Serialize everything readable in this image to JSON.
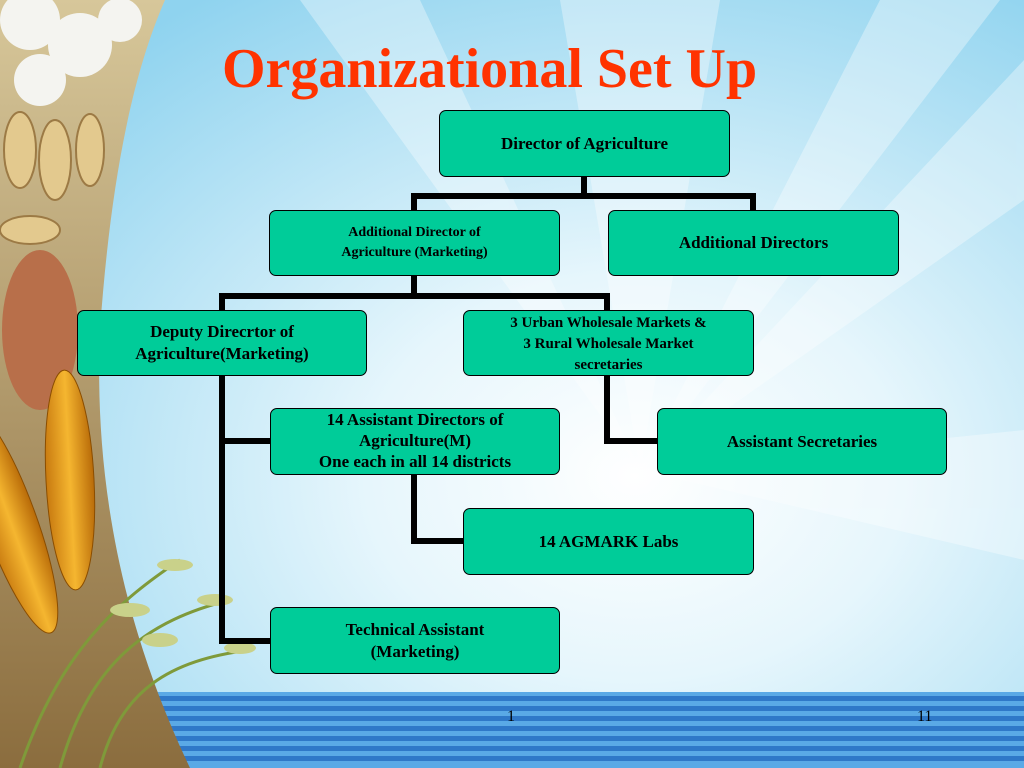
{
  "slide": {
    "title": "Organizational Set Up",
    "footer_left": "1",
    "footer_right": "11"
  },
  "org_chart": {
    "director": "Director of Agriculture",
    "addl_director_marketing": "Additional Director of\nAgriculture (Marketing)",
    "addl_directors": "Additional  Directors",
    "deputy_director": "Deputy Direcrtor of\nAgriculture(Marketing)",
    "market_secretaries": "3 Urban Wholesale  Markets &\n3 Rural Wholesale Market\nsecretaries",
    "asst_directors": "14 Assistant Directors of\nAgriculture(M)\nOne each in all 14 districts",
    "asst_secretaries": "Assistant Secretaries",
    "agmark_labs": "14 AGMARK Labs",
    "technical_assistant": "Technical Assistant\n(Marketing)"
  },
  "colors": {
    "title": "#ff3300",
    "box_fill": "#00cc99",
    "connector": "#000000"
  }
}
